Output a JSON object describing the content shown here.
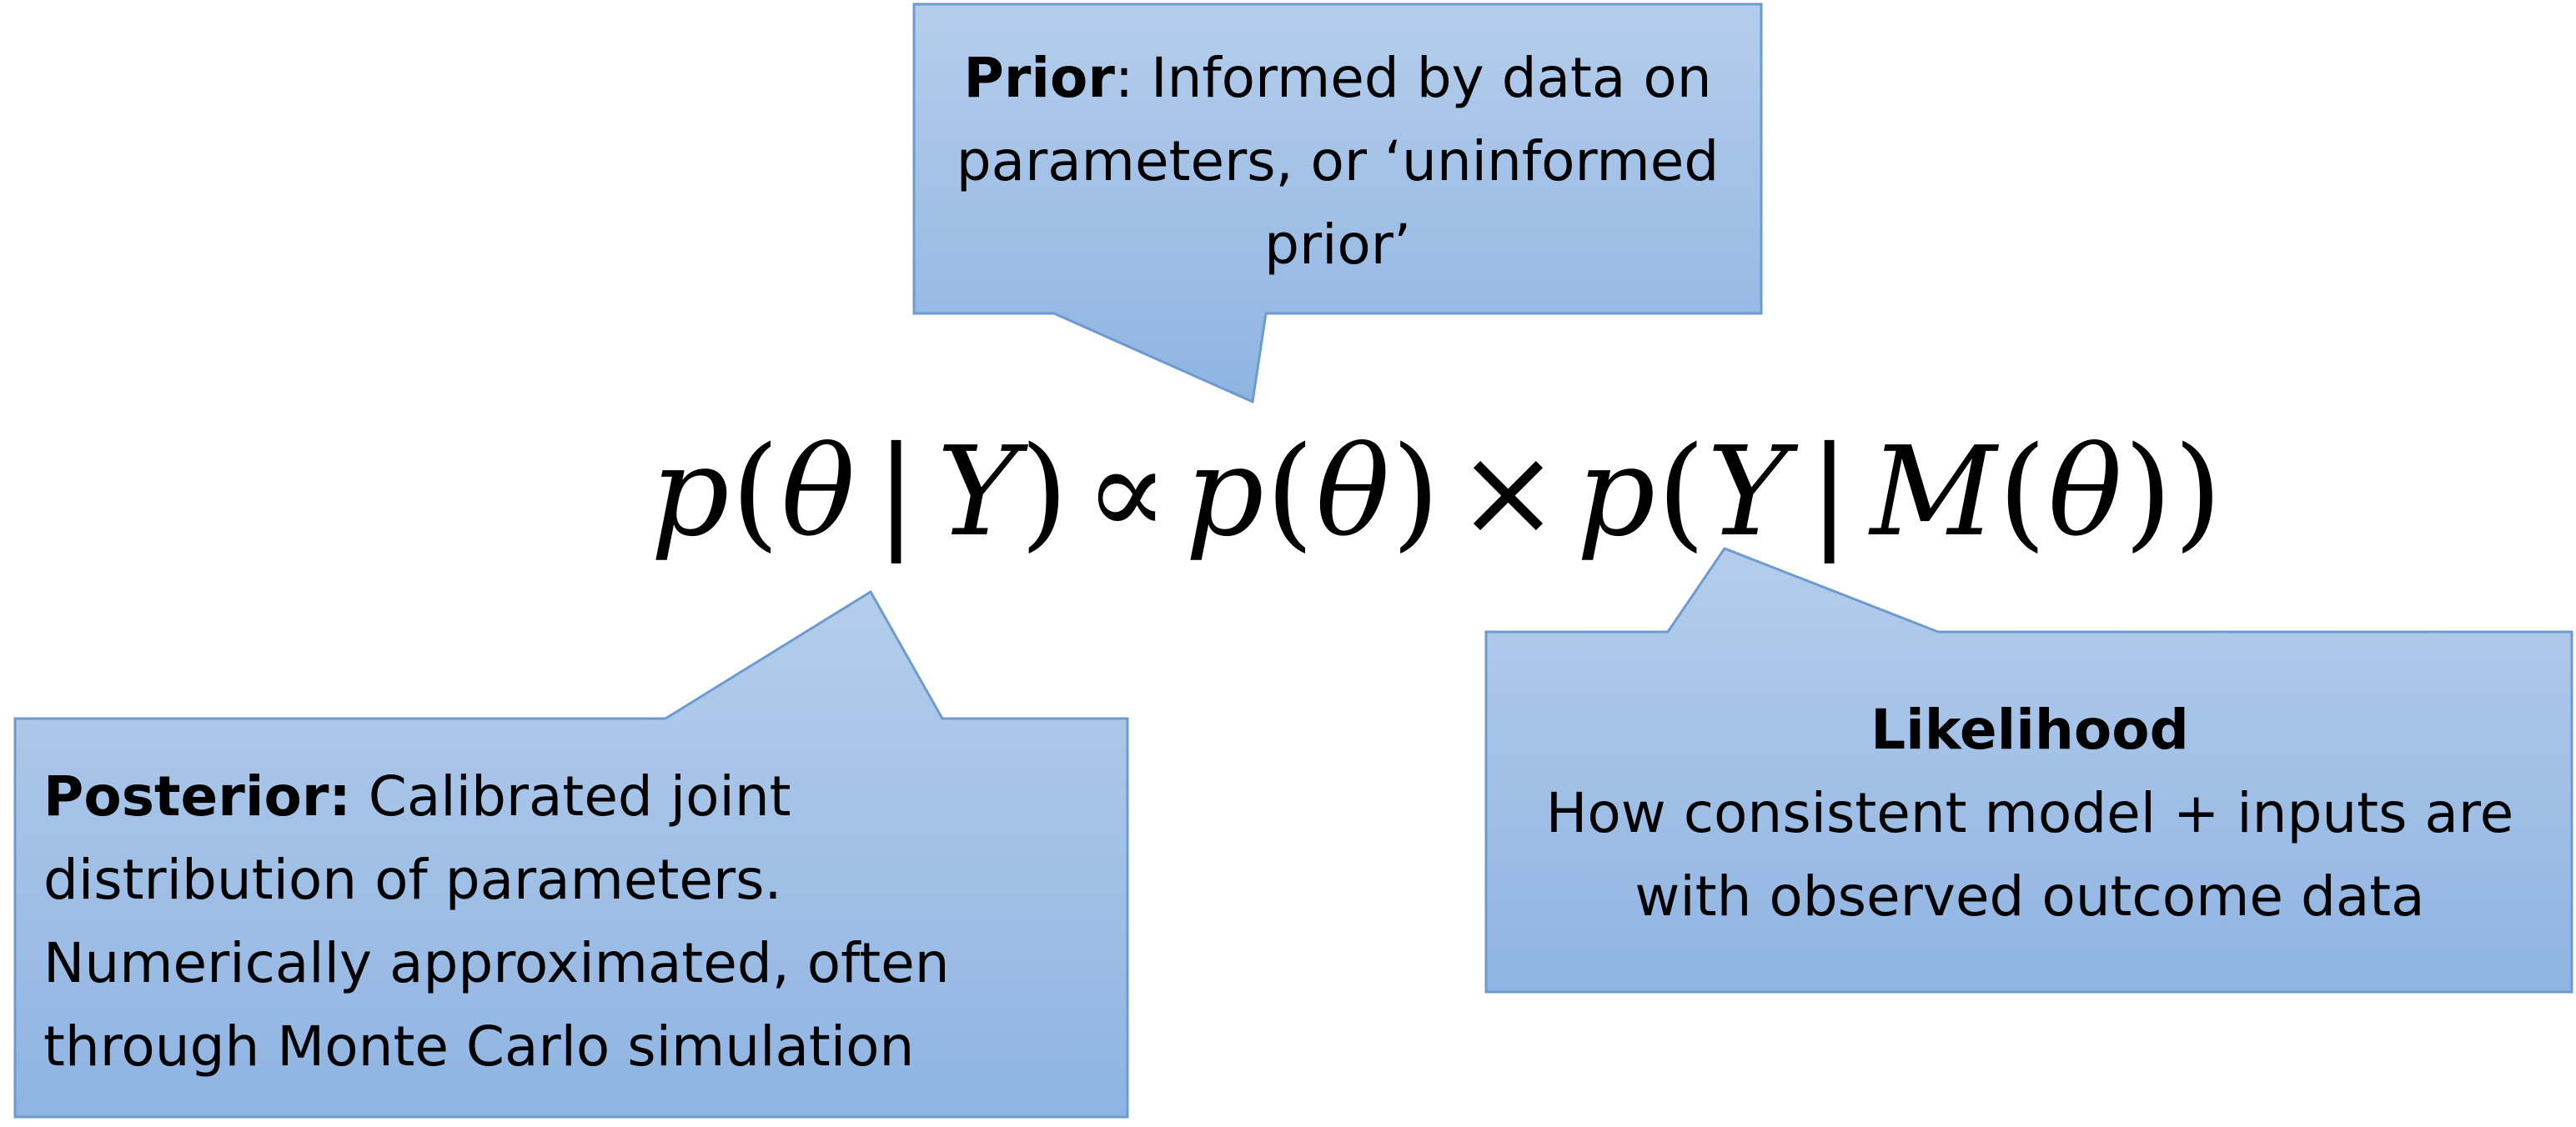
{
  "equation": {
    "lhs": {
      "func": "p",
      "open": "(",
      "theta": "θ",
      "bar": "|",
      "data": "Y",
      "close": ")"
    },
    "proportional": "∝",
    "prior_term": {
      "func": "p",
      "open": "(",
      "theta": "θ",
      "close": ")"
    },
    "times": "×",
    "likelihood_term": {
      "func": "p",
      "open": "(",
      "data": "Y",
      "bar": "|",
      "model": "M",
      "open_inner": "(",
      "theta": "θ",
      "close_inner": ")",
      "close": ")"
    }
  },
  "callouts": {
    "prior": {
      "title": "Prior",
      "rest_line1": ": Informed by data on",
      "line2": "parameters, or ‘uninformed",
      "line3": "prior’"
    },
    "posterior": {
      "title": "Posterior:",
      "rest_line1": " Calibrated joint",
      "line2": "distribution of parameters.",
      "line3": "Numerically approximated, often",
      "line4": "through Monte Carlo simulation"
    },
    "likelihood": {
      "title": "Likelihood",
      "line2": "How consistent model + inputs are",
      "line3": "with observed outcome data"
    }
  },
  "colors": {
    "callout_fill_top": "#b4cdeb",
    "callout_fill_bottom": "#8fb4e2",
    "callout_stroke": "#6d9bd0",
    "text": "#000000",
    "background": "#ffffff"
  }
}
